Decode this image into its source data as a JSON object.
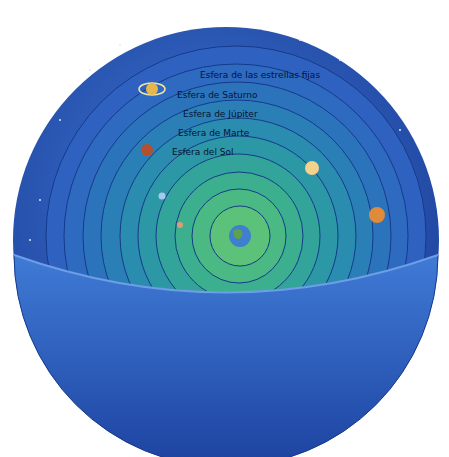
{
  "diagram": {
    "labels": [
      "Esfera de las estrellas fijas",
      "Esfera de Saturno",
      "Esfera de Júpiter",
      "Esfera de Marte",
      "Esfera del Sol"
    ]
  }
}
